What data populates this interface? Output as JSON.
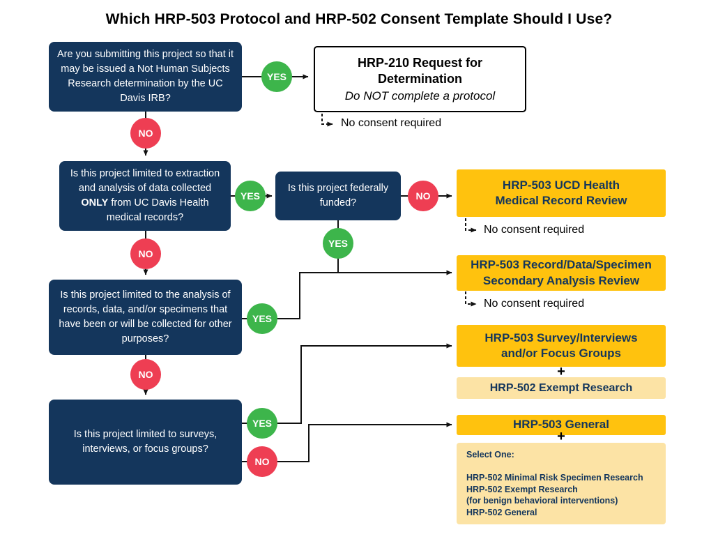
{
  "title": "Which HRP-503 Protocol and HRP-502 Consent Template Should I Use?",
  "labels": {
    "yes": "YES",
    "no": "NO",
    "plus": "+"
  },
  "notes": {
    "no_consent": "No consent required"
  },
  "questions": {
    "q1": "Are you submitting this project so that it may be issued a Not Human Subjects Research determination by the UC Davis IRB?",
    "q2_pre": "Is this project limited to extraction and analysis of data collected ",
    "q2_bold": "ONLY",
    "q2_post": " from UC Davis Health medical records?",
    "q3": "Is this project federally funded?",
    "q4": "Is this project limited to the analysis of records, data, and/or specimens that have been or will be collected for other purposes?",
    "q5": "Is this project limited to surveys, interviews, or focus groups?"
  },
  "outcomes": {
    "hrp210_title": "HRP-210 Request for\nDetermination",
    "hrp210_subtitle": "Do NOT complete a protocol",
    "medical_record": "HRP-503 UCD Health\nMedical Record Review",
    "secondary_analysis": "HRP-503 Record/Data/Specimen\nSecondary Analysis Review",
    "survey_focus": "HRP-503 Survey/Interviews\nand/or Focus Groups",
    "exempt": "HRP-502 Exempt Research",
    "general": "HRP-503 General",
    "select_one": "Select One:\n\nHRP-502 Minimal Risk Specimen Research\nHRP-502 Exempt Research\n(for benign behavioral interventions)\nHRP-502 General"
  },
  "colors": {
    "navy": "#14365c",
    "green": "#3db54b",
    "red": "#ee3e53",
    "gold": "#ffc20e",
    "light_gold": "#fce3a5"
  }
}
